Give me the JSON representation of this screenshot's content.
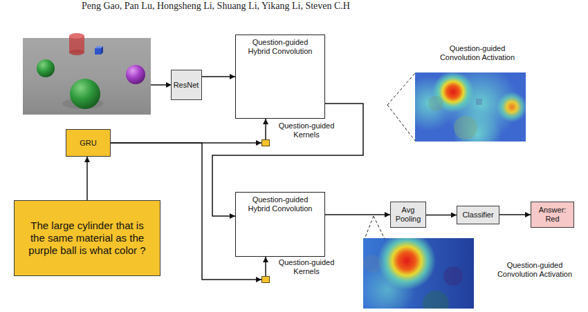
{
  "diagram": {
    "nodes": [
      {
        "text": [
          "ResNet"
        ]
      },
      {
        "text": [
          "Question-guided Hybrid Convolution"
        ]
      },
      {
        "text": [
          "Question-guided Kernels"
        ]
      },
      {
        "text": [
          "GRU"
        ]
      },
      {
        "text": [
          "The large cylinder that is the same material as the purple ball is what color ?"
        ]
      },
      {
        "text": [
          "Question-guided Hybrid Convolution"
        ]
      },
      {
        "text": [
          "Question-guided Kernels"
        ]
      },
      {
        "text": [
          "Avg Pooling"
        ]
      },
      {
        "text": [
          "Classifier"
        ]
      },
      {
        "text": [
          "Answer: Red"
        ]
      }
    ],
    "edges": [
      {
        "from": 0,
        "to": 1,
        "arrow": "to"
      },
      {
        "from": 4,
        "to": 3,
        "arrow": "to"
      },
      {
        "from": 3,
        "to": 2,
        "arrow": "to"
      },
      {
        "from": 2,
        "to": 1,
        "arrow": "to"
      },
      {
        "from": 3,
        "to": 6,
        "arrow": "to"
      },
      {
        "from": 6,
        "to": 5,
        "arrow": "to"
      },
      {
        "from": 1,
        "to": 5,
        "arrow": "to"
      },
      {
        "from": 5,
        "to": 7,
        "arrow": "to"
      },
      {
        "from": 7,
        "to": 8,
        "arrow": "to"
      },
      {
        "from": 8,
        "to": 9,
        "arrow": "to"
      }
    ],
    "labels": [
      "Peng Gao, Pan Lu, Hongsheng Li, Shuang Li, Yikang Li, Steven C.H",
      "Question-guided Convolution Activation",
      "Question-guided Convolution Activation"
    ]
  }
}
